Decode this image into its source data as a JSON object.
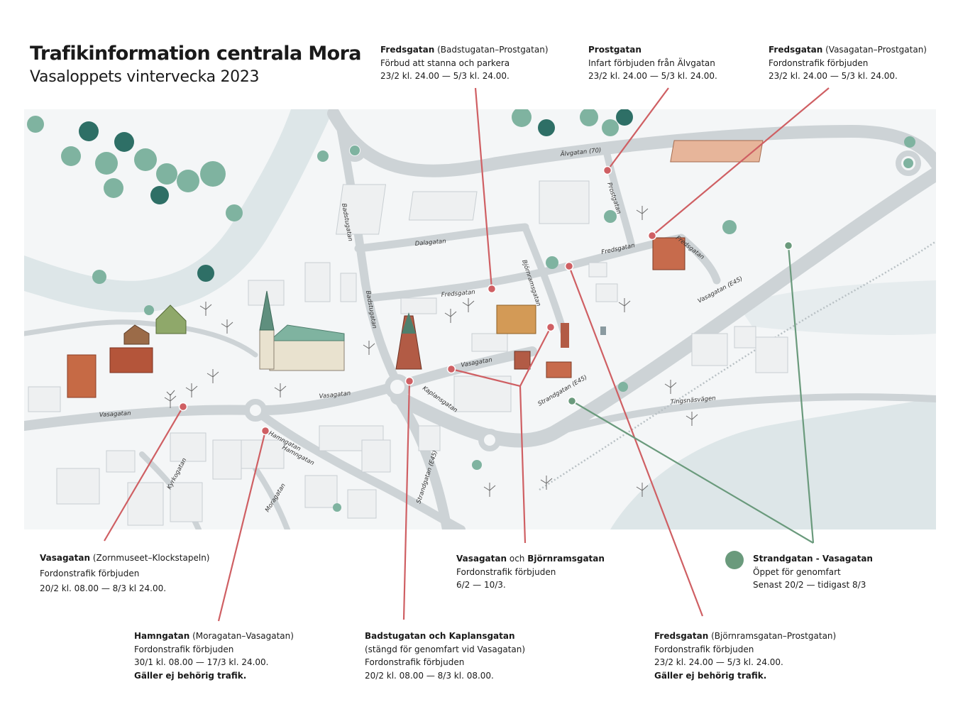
{
  "header": {
    "title": "Trafikinformation centrala Mora",
    "subtitle": "Vasaloppets vintervecka 2023"
  },
  "colors": {
    "closure_line": "#cf5f63",
    "open_line": "#6a9a7c",
    "road": "#cdd3d6",
    "water": "#dde6e8",
    "tree": "#7fb3a0",
    "tree_dark": "#2e6f66",
    "building": "#eef0f1",
    "historic_building": "#c66a45"
  },
  "streets": {
    "alvgatan": "Älvgatan (70)",
    "prostgatan": "Prostgatan",
    "badstugatan_north": "Badstugatan",
    "dalagatan": "Dalagatan",
    "fredsgatan_center": "Fredsgatan",
    "fredsgatan_east": "Fredsgatan",
    "fredsgatan_ne": "Fredsgatan",
    "bjornramsgatan": "Björnramsgatan",
    "badstugatan_south": "Badstugatan",
    "vasagatan_west": "Vasagatan",
    "vasagatan_mid": "Vasagatan",
    "vasagatan_center": "Vasagatan",
    "vasagatan_e45": "Vasagatan (E45)",
    "kaplansgatan": "Kaplansgatan",
    "strandgatan_e45": "Strandgatan (E45)",
    "strandgatan_e45_south": "Strandgatan (E45)",
    "tingsnasvagen": "Tingsnäsvägen",
    "hamngatan": "Hamngatan",
    "kyrkogatan": "Kyrkogatan",
    "moragatan": "Moragatan"
  },
  "callouts": {
    "fredsgatan_badstu": {
      "name": "Fredsgatan",
      "segment": " (Badstugatan–Prostgatan)",
      "line1": "Förbud att stanna och parkera",
      "line2": "23/2 kl. 24.00 — 5/3 kl. 24.00."
    },
    "prostgatan": {
      "name": "Prostgatan",
      "line1": "Infart förbjuden från Älvgatan",
      "line2": "23/2 kl. 24.00 — 5/3 kl. 24.00."
    },
    "fredsgatan_vasa": {
      "name": "Fredsgatan",
      "segment": " (Vasagatan–Prostgatan)",
      "line1": "Fordonstrafik förbjuden",
      "line2": "23/2 kl. 24.00 — 5/3 kl. 24.00."
    },
    "vasagatan_zorn": {
      "name": "Vasagatan",
      "segment": " (Zornmuseet–Klockstapeln)",
      "line1": "Fordonstrafik förbjuden",
      "line2": "20/2 kl. 08.00 — 8/3 kl 24.00."
    },
    "vasagatan_bjorn": {
      "name": "Vasagatan",
      "connector": " och ",
      "name2": "Björnramsgatan",
      "line1": "Fordonstrafik förbjuden",
      "line2": "6/2 — 10/3."
    },
    "strandgatan": {
      "name": "Strandgatan - Vasagatan",
      "line1": "Öppet för genomfart",
      "line2": "Senast 20/2 — tidigast 8/3"
    },
    "hamngatan": {
      "name": "Hamngatan",
      "segment": " (Moragatan–Vasagatan)",
      "line1": "Fordonstrafik förbjuden",
      "line2": "30/1 kl. 08.00 — 17/3 kl. 24.00.",
      "note": "Gäller ej behörig trafik."
    },
    "badstu_kaplans": {
      "name": "Badstugatan och Kaplansgatan",
      "line1": "(stängd för genomfart vid Vasagatan)",
      "line2": "Fordonstrafik förbjuden",
      "line3": "20/2 kl. 08.00 — 8/3 kl. 08.00."
    },
    "fredsgatan_bjorn": {
      "name": "Fredsgatan",
      "segment": " (Björnramsgatan–Prostgatan)",
      "line1": "Fordonstrafik förbjuden",
      "line2": "23/2 kl. 24.00 — 5/3 kl. 24.00.",
      "note": "Gäller ej behörig trafik."
    }
  }
}
